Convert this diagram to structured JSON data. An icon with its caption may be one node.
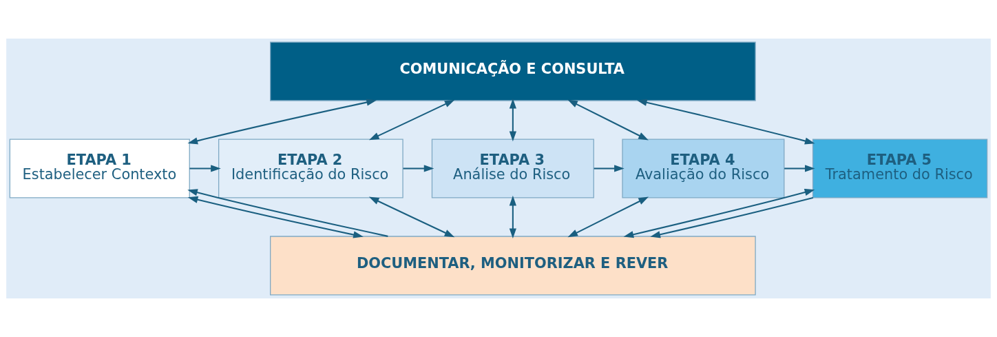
{
  "diagram": {
    "nodes": [
      {
        "text": [
          "COMUNICAÇÃO E CONSULTA"
        ]
      },
      {
        "text": [
          "ETAPA 1",
          "Estabelecer Contexto"
        ]
      },
      {
        "text": [
          "ETAPA 2",
          "Identificação do Risco"
        ]
      },
      {
        "text": [
          "ETAPA 3",
          "Análise do Risco"
        ]
      },
      {
        "text": [
          "ETAPA 4",
          "Avaliação do Risco"
        ]
      },
      {
        "text": [
          "ETAPA 5",
          "Tratamento do Risco"
        ]
      },
      {
        "text": [
          "DOCUMENTAR, MONITORIZAR E REVER"
        ]
      }
    ],
    "edges": [
      {
        "from": 0,
        "to": 1,
        "arrow": "both"
      },
      {
        "from": 0,
        "to": 2,
        "arrow": "both"
      },
      {
        "from": 0,
        "to": 3,
        "arrow": "both"
      },
      {
        "from": 0,
        "to": 4,
        "arrow": "both"
      },
      {
        "from": 0,
        "to": 5,
        "arrow": "both"
      },
      {
        "from": 1,
        "to": 2,
        "arrow": "to"
      },
      {
        "from": 2,
        "to": 3,
        "arrow": "to"
      },
      {
        "from": 3,
        "to": 4,
        "arrow": "to"
      },
      {
        "from": 4,
        "to": 5,
        "arrow": "to"
      },
      {
        "from": 1,
        "to": 6,
        "arrow": "both"
      },
      {
        "from": 2,
        "to": 6,
        "arrow": "both"
      },
      {
        "from": 3,
        "to": 6,
        "arrow": "both"
      },
      {
        "from": 4,
        "to": 6,
        "arrow": "both"
      },
      {
        "from": 5,
        "to": 6,
        "arrow": "both"
      },
      {
        "from": 6,
        "to": 1,
        "arrow": "to"
      },
      {
        "from": 5,
        "to": 6,
        "arrow": "to"
      }
    ]
  }
}
